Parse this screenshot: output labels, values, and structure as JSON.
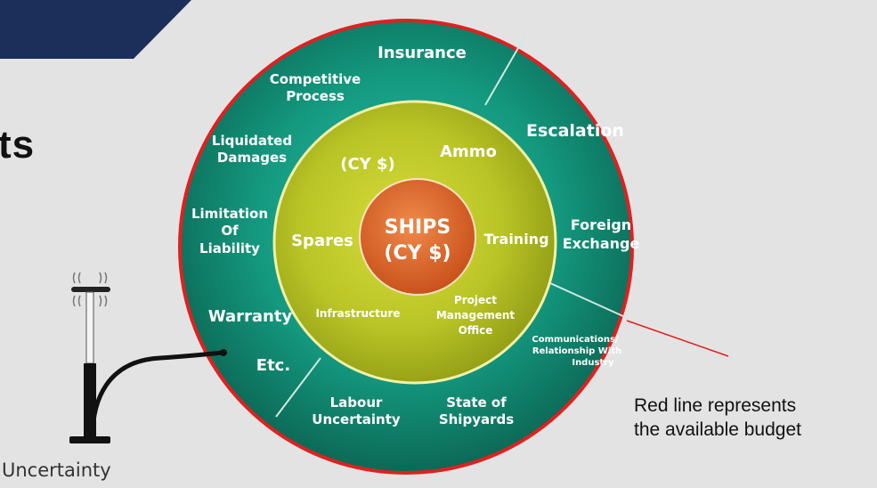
{
  "slide": {
    "title_fragment": "ts"
  },
  "diagram": {
    "center": {
      "line1": "SHIPS",
      "line2": "(CY $)"
    },
    "inner_ring": {
      "cy_label": "(CY $)",
      "ammo": "Ammo",
      "spares": "Spares",
      "training": "Training",
      "infrastructure": "Infrastructure",
      "pmo_line1": "Project",
      "pmo_line2": "Management",
      "pmo_line3": "Office"
    },
    "outer_ring": {
      "insurance": "Insurance",
      "competitive_line1": "Competitive",
      "competitive_line2": "Process",
      "liquidated_line1": "Liquidated",
      "liquidated_line2": "Damages",
      "limitation_line1": "Limitation",
      "limitation_line2": "Of",
      "limitation_line3": "Liability",
      "warranty": "Warranty",
      "etc": "Etc.",
      "labour_line1": "Labour",
      "labour_line2": "Uncertainty",
      "shipyards_line1": "State of",
      "shipyards_line2": "Shipyards",
      "comms_line1": "Communications/",
      "comms_line2": "Relationship With",
      "comms_line3": "Industry",
      "foreign_line1": "Foreign",
      "foreign_line2": "Exchange",
      "escalation": "Escalation"
    },
    "budget_line_color": "#e02020"
  },
  "annotation": {
    "line1": "Red line represents",
    "line2": "the available budget"
  },
  "pump": {
    "label": "Uncertainty"
  }
}
